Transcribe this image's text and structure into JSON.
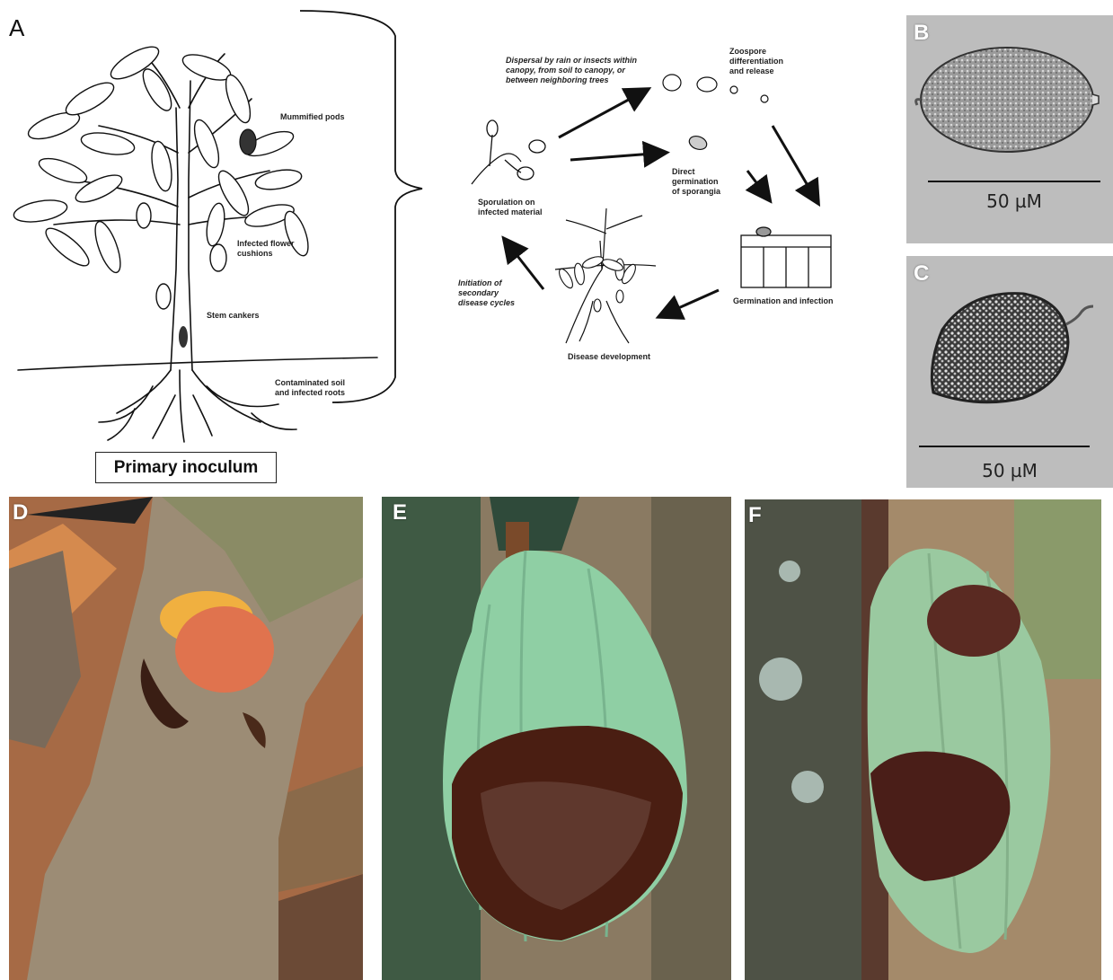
{
  "panels": {
    "a": {
      "letter": "A",
      "tree_labels": {
        "mummified": "Mummified pods",
        "flower_line1": "Infected flower",
        "flower_line2": "cushions",
        "cankers": "Stem cankers",
        "soil_line1": "Contaminated soil",
        "soil_line2": "and infected roots"
      },
      "primary_inoculum": "Primary inoculum",
      "cycle_labels": {
        "dispersal_line1": "Dispersal by rain or insects within",
        "dispersal_line2": "canopy, from soil to canopy, or",
        "dispersal_line3": "between neighboring trees",
        "zoospore_line1": "Zoospore",
        "zoospore_line2": "differentiation",
        "zoospore_line3": "and release",
        "direct_line1": "Direct",
        "direct_line2": "germination",
        "direct_line3": "of sporangia",
        "sporulation_line1": "Sporulation on",
        "sporulation_line2": "infected material",
        "germination": "Germination and infection",
        "disease_dev": "Disease development",
        "initiation_line1": "Initiation of",
        "initiation_line2": "secondary",
        "initiation_line3": "disease cycles"
      }
    },
    "b": {
      "letter": "B",
      "scale": "50 µM"
    },
    "c": {
      "letter": "C",
      "scale": "50 µM"
    },
    "d": {
      "letter": "D"
    },
    "e": {
      "letter": "E"
    },
    "f": {
      "letter": "F"
    }
  },
  "colors": {
    "micro_bg": "#bdbdbd",
    "pod_green": "#8fcfa4",
    "lesion_brown": "#4a1e12",
    "bark": "#9a8c76"
  }
}
